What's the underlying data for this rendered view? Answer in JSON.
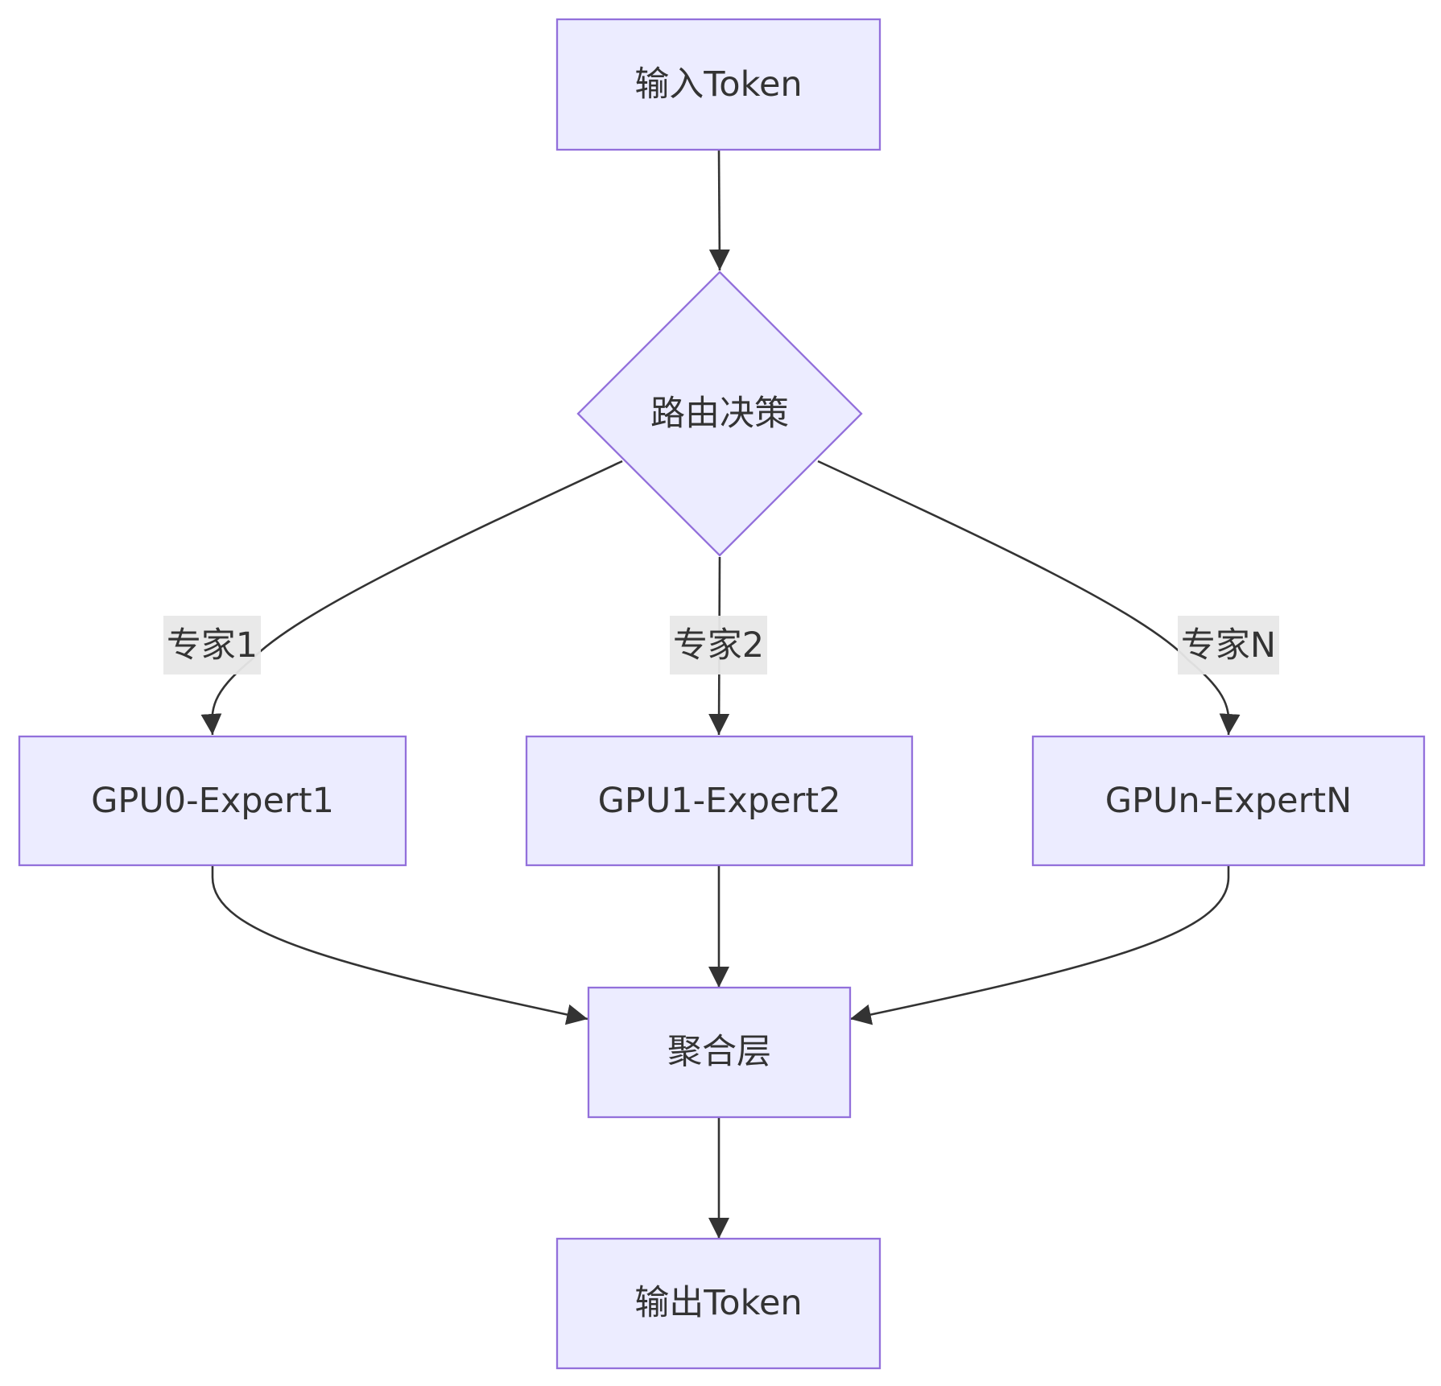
{
  "nodes": {
    "input": {
      "label": "输入Token",
      "shape": "rect"
    },
    "router": {
      "label": "路由决策",
      "shape": "diamond"
    },
    "expert0": {
      "label": "GPU0-Expert1",
      "shape": "rect"
    },
    "expert1": {
      "label": "GPU1-Expert2",
      "shape": "rect"
    },
    "expertN": {
      "label": "GPUn-ExpertN",
      "shape": "rect"
    },
    "aggregate": {
      "label": "聚合层",
      "shape": "rect"
    },
    "output": {
      "label": "输出Token",
      "shape": "rect"
    }
  },
  "edges": [
    {
      "from": "input",
      "to": "router",
      "label": ""
    },
    {
      "from": "router",
      "to": "expert0",
      "label": "专家1"
    },
    {
      "from": "router",
      "to": "expert1",
      "label": "专家2"
    },
    {
      "from": "router",
      "to": "expertN",
      "label": "专家N"
    },
    {
      "from": "expert0",
      "to": "aggregate",
      "label": ""
    },
    {
      "from": "expert1",
      "to": "aggregate",
      "label": ""
    },
    {
      "from": "expertN",
      "to": "aggregate",
      "label": ""
    },
    {
      "from": "aggregate",
      "to": "output",
      "label": ""
    }
  ],
  "colors": {
    "node_fill": "#ECECFF",
    "node_stroke": "#9370DB",
    "edge": "#333333",
    "text": "#333333",
    "edge_label_bg": "#E8E8E8"
  }
}
